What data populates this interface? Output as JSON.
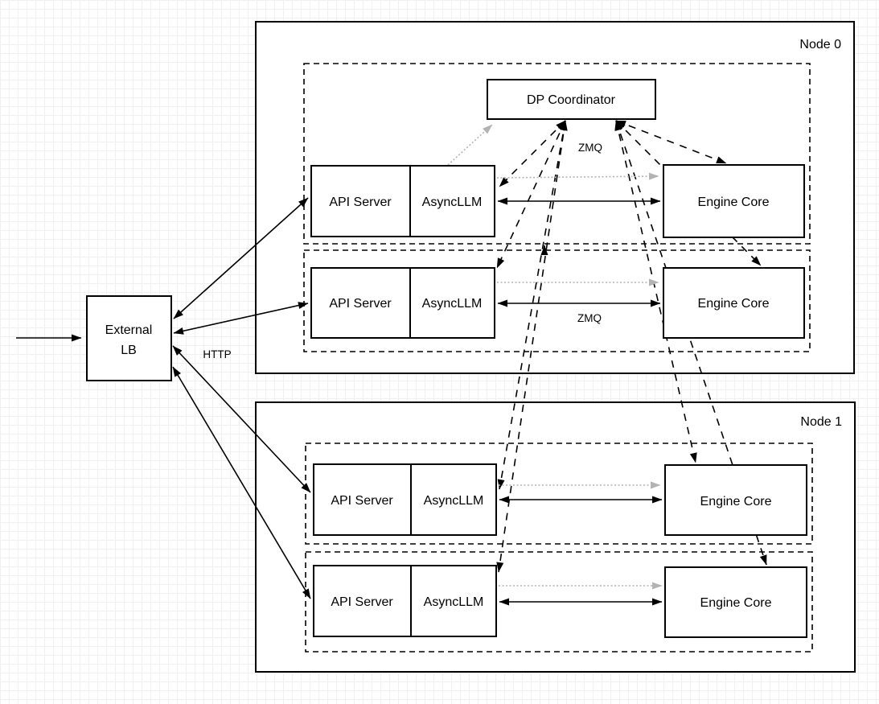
{
  "coordinator": {
    "label": "DP Coordinator"
  },
  "external_lb": {
    "line1": "External",
    "line2": "LB"
  },
  "edge_labels": {
    "http": "HTTP",
    "zmq_coordinator": "ZMQ",
    "zmq_engine": "ZMQ"
  },
  "nodes": [
    {
      "label": "Node 0",
      "groups": [
        {
          "api_server": "API Server",
          "async_llm": "AsyncLLM",
          "engine_core": "Engine Core"
        },
        {
          "api_server": "API Server",
          "async_llm": "AsyncLLM",
          "engine_core": "Engine Core"
        }
      ]
    },
    {
      "label": "Node 1",
      "groups": [
        {
          "api_server": "API Server",
          "async_llm": "AsyncLLM",
          "engine_core": "Engine Core"
        },
        {
          "api_server": "API Server",
          "async_llm": "AsyncLLM",
          "engine_core": "Engine Core"
        }
      ]
    }
  ],
  "colors": {
    "stroke": "#000000",
    "muted_arrow": "#b3b3b3",
    "box_fill": "#ffffff"
  }
}
